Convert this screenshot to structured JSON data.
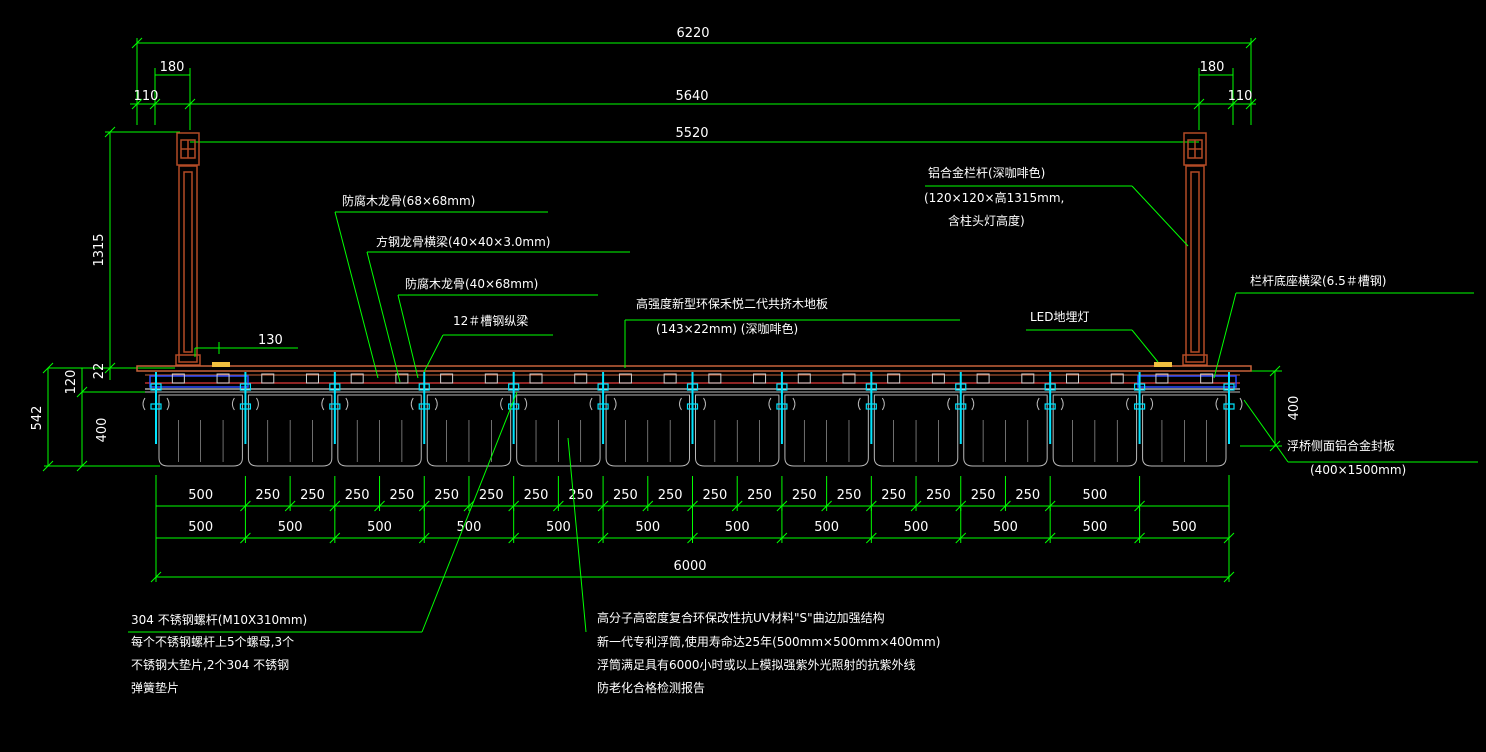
{
  "colors": {
    "background": "#000000",
    "dimension_line": "#00ff00",
    "text": "#ffffff",
    "post": "#b24a26",
    "deck": "#c8623a",
    "beam": "#e23b3b",
    "bolt": "#00e5ff",
    "float_outline": "#b8b8b8",
    "beam_blue": "#2a4bff",
    "lamp": "#f0c040"
  },
  "dimensions": {
    "overall_top": "6220",
    "inner_top": "5640",
    "rail_length": "5520",
    "left_post_width": "180",
    "left_offset": "110",
    "right_post_width": "180",
    "right_offset": "110",
    "post_height": "1315",
    "rail_base_gap": "22",
    "deck_depth": "120",
    "float_height": "400",
    "total_height": "542",
    "right_float_height": "400",
    "post_spacing_small": "130",
    "bottom_total": "6000",
    "row1": [
      "500",
      "250",
      "250",
      "250",
      "250",
      "250",
      "250",
      "250",
      "250",
      "250",
      "250",
      "250",
      "250",
      "250",
      "250",
      "250",
      "250",
      "250",
      "250",
      "500"
    ],
    "row2": [
      "500",
      "500",
      "500",
      "500",
      "500",
      "500",
      "500",
      "500",
      "500",
      "500",
      "500",
      "500"
    ]
  },
  "labels": {
    "joist_68": "防腐木龙骨(68×68mm)",
    "steel_beam": "方钢龙骨横梁(40×40×3.0mm)",
    "joist_40": "防腐木龙骨(40×68mm)",
    "channel_12": "12＃槽钢纵梁",
    "deck_board_1": "高强度新型环保禾悦二代共挤木地板",
    "deck_board_2": "(143×22mm) (深咖啡色)",
    "railing_1": "铝合金栏杆(深咖啡色)",
    "railing_2": "(120×120×高1315mm,",
    "railing_3": "含柱头灯高度)",
    "led": "LED地埋灯",
    "rail_base": "栏杆底座横梁(6.5＃槽钢)",
    "side_panel_1": "浮桥侧面铝合金封板",
    "side_panel_2": "(400×1500mm)",
    "bolt_1": "304 不锈钢螺杆(M10X310mm)",
    "bolt_2": "每个不锈钢螺杆上5个螺母,3个",
    "bolt_3": "不锈钢大垫片,2个304 不锈钢",
    "bolt_4": "弹簧垫片",
    "float_1": "高分子高密度复合环保改性抗UV材料\"S\"曲边加强结构",
    "float_2": "新一代专利浮筒,使用寿命达25年(500mm×500mm×400mm)",
    "float_3": "浮筒满足具有6000小时或以上模拟强紫外光照射的抗紫外线",
    "float_4": "防老化合格检测报告"
  }
}
